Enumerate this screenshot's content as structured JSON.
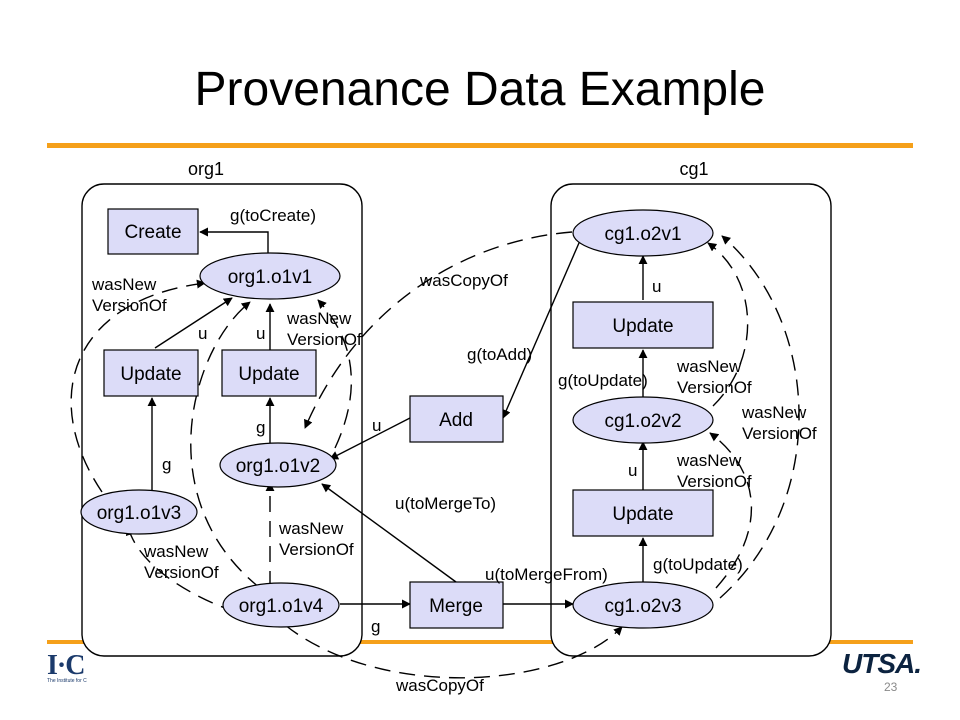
{
  "slide": {
    "title": "Provenance Data Example",
    "page_number": "23",
    "logo_left": "I·C",
    "logo_left_tagline": "The Institute for C",
    "logo_right": "UTSA."
  },
  "diagram": {
    "clusters": {
      "org1": "org1",
      "cg1": "cg1"
    },
    "nodes": {
      "create": "Create",
      "org1_o1v1": "org1.o1v1",
      "org1_update_a": "Update",
      "org1_update_b": "Update",
      "org1_o1v2": "org1.o1v2",
      "org1_o1v3": "org1.o1v3",
      "org1_o1v4": "org1.o1v4",
      "add": "Add",
      "merge": "Merge",
      "cg1_o2v1": "cg1.o2v1",
      "cg1_update_a": "Update",
      "cg1_o2v2": "cg1.o2v2",
      "cg1_update_b": "Update",
      "cg1_o2v3": "cg1.o2v3"
    },
    "edge_labels": {
      "g_toCreate": "g(toCreate)",
      "wasNew_left_1": "wasNew",
      "versionOf_left_1": "VersionOf",
      "u_a": "u",
      "u_b": "u",
      "wasNew_mid_1": "wasNew",
      "versionOf_mid_1": "VersionOf",
      "g_a": "g",
      "g_b": "g",
      "wasNew_left_2": "wasNew",
      "versionOf_left_2": "VersionOf",
      "wasNew_mid_2": "wasNew",
      "versionOf_mid_2": "VersionOf",
      "g_c": "g",
      "wasCopyOf_top": "wasCopyOf",
      "g_toAdd": "g(toAdd)",
      "u_add": "u",
      "u_toMergeTo": "u(toMergeTo)",
      "u_toMergeFrom": "u(toMergeFrom)",
      "wasCopyOf_bottom": "wasCopyOf",
      "u_cg_a": "u",
      "g_toUpdate_a": "g(toUpdate)",
      "wasNew_cg_1": "wasNew",
      "versionOf_cg_1": "VersionOf",
      "wasNew_cg_2": "wasNew",
      "versionOf_cg_2": "VersionOf",
      "u_cg_b": "u",
      "wasNew_cg_3": "wasNew",
      "versionOf_cg_3": "VersionOf",
      "g_toUpdate_b": "g(toUpdate)"
    }
  },
  "colors": {
    "accent_rule": "#f5a01a",
    "node_fill": "#dcdcf8"
  }
}
